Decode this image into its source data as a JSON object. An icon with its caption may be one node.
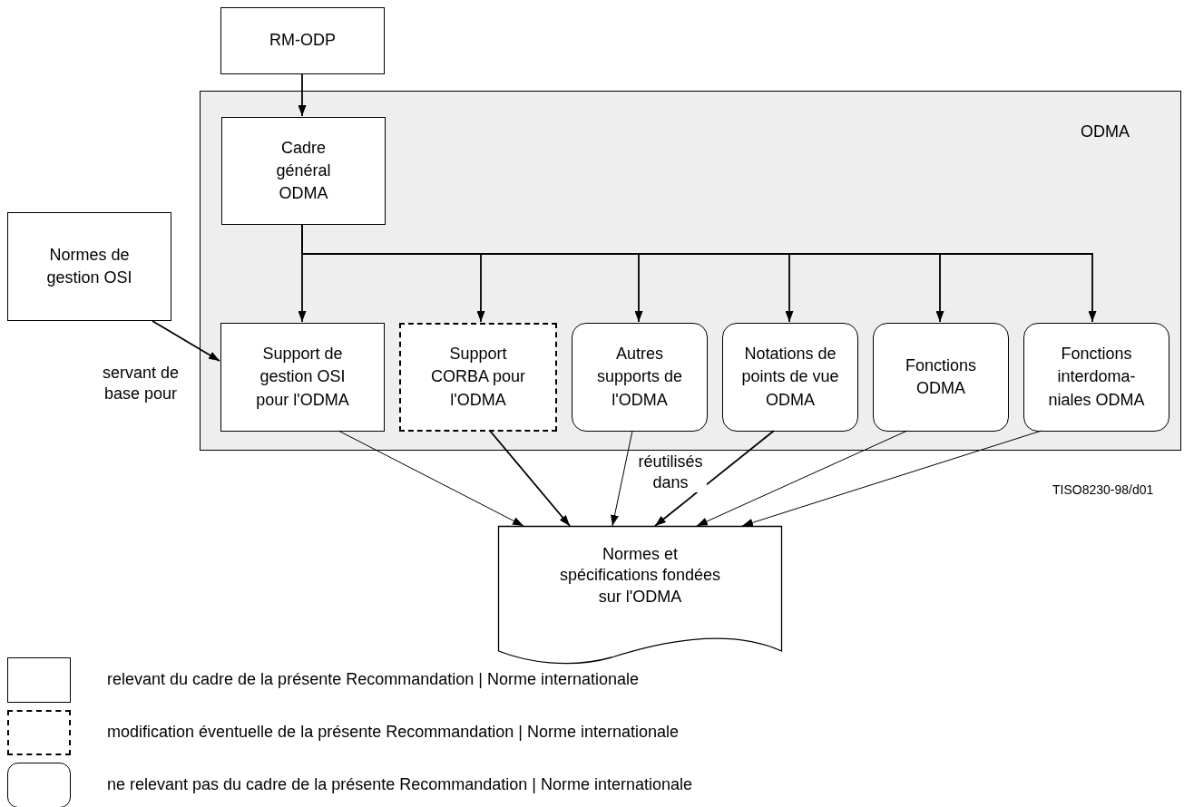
{
  "diagram": {
    "nodes": [
      {
        "text": [
          "RM-ODP"
        ]
      },
      {
        "text": [
          "ODMA"
        ]
      },
      {
        "text": [
          "Cadre général ODMA"
        ],
        "in": 1
      },
      {
        "text": [
          "Normes de gestion OSI"
        ]
      },
      {
        "text": [
          "Support de gestion OSI pour l'ODMA"
        ],
        "in": 1
      },
      {
        "text": [
          "Support CORBA pour l'ODMA"
        ],
        "in": 1
      },
      {
        "text": [
          "Autres supports de l'ODMA"
        ],
        "in": 1
      },
      {
        "text": [
          "Notations de points de vue ODMA"
        ],
        "in": 1
      },
      {
        "text": [
          "Fonctions ODMA"
        ],
        "in": 1
      },
      {
        "text": [
          "Fonctions interdoma-niales ODMA"
        ],
        "in": 1
      },
      {
        "text": [
          "Normes et spécifications fondées sur l'ODMA"
        ]
      }
    ],
    "edges": [
      {
        "from": 0,
        "to": 2,
        "arrow": "to"
      },
      {
        "from": 2,
        "to": 4,
        "arrow": "to"
      },
      {
        "from": 2,
        "to": 5,
        "arrow": "to"
      },
      {
        "from": 2,
        "to": 6,
        "arrow": "to"
      },
      {
        "from": 2,
        "to": 7,
        "arrow": "to"
      },
      {
        "from": 2,
        "to": 8,
        "arrow": "to"
      },
      {
        "from": 2,
        "to": 9,
        "arrow": "to"
      },
      {
        "from": 3,
        "to": 4,
        "arrow": "to",
        "label": "servant de base pour"
      },
      {
        "from": 4,
        "to": 10,
        "arrow": "to"
      },
      {
        "from": 5,
        "to": 10,
        "arrow": "to"
      },
      {
        "from": 6,
        "to": 10,
        "arrow": "to",
        "label": "réutilisés dans"
      },
      {
        "from": 7,
        "to": 10,
        "arrow": "to"
      },
      {
        "from": 8,
        "to": 10,
        "arrow": "to"
      },
      {
        "from": 9,
        "to": 10,
        "arrow": "to"
      }
    ],
    "labels": [
      "TISO8230-98/d01"
    ],
    "legend": [
      {
        "text": "relevant du cadre de la présente Recommandation | Norme internationale"
      },
      {
        "text": "modification éventuelle de la présente Recommandation | Norme internationale"
      },
      {
        "text": "ne relevant pas du cadre de la présente Recommandation | Norme internationale"
      }
    ]
  }
}
